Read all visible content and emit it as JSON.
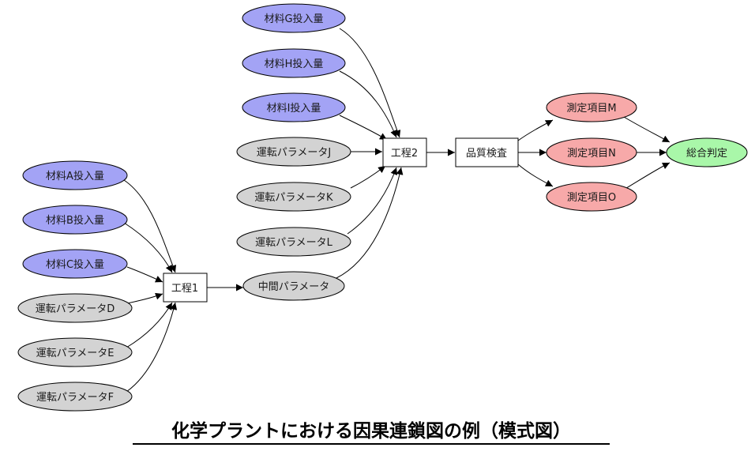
{
  "nodes": {
    "matG": "材料G投入量",
    "matH": "材料H投入量",
    "matI": "材料I投入量",
    "paramJ": "運転パラメータJ",
    "paramK": "運転パラメータK",
    "paramL": "運転パラメータL",
    "midParam": "中間パラメータ",
    "matA": "材料A投入量",
    "matB": "材料B投入量",
    "matC": "材料C投入量",
    "paramD": "運転パラメータD",
    "paramE": "運転パラメータE",
    "paramF": "運転パラメータF",
    "proc1": "工程1",
    "proc2": "工程2",
    "qc": "品質検査",
    "measM": "測定項目M",
    "measN": "測定項目N",
    "measO": "測定項目O",
    "overall": "総合判定"
  },
  "colors": {
    "material": "#a3a3f5",
    "parameter": "#d3d3d3",
    "process": "#ffffff",
    "measurement": "#f7a9a9",
    "judgement": "#a9f7a9"
  },
  "caption": "化学プラントにおける因果連鎖図の例（模式図）"
}
